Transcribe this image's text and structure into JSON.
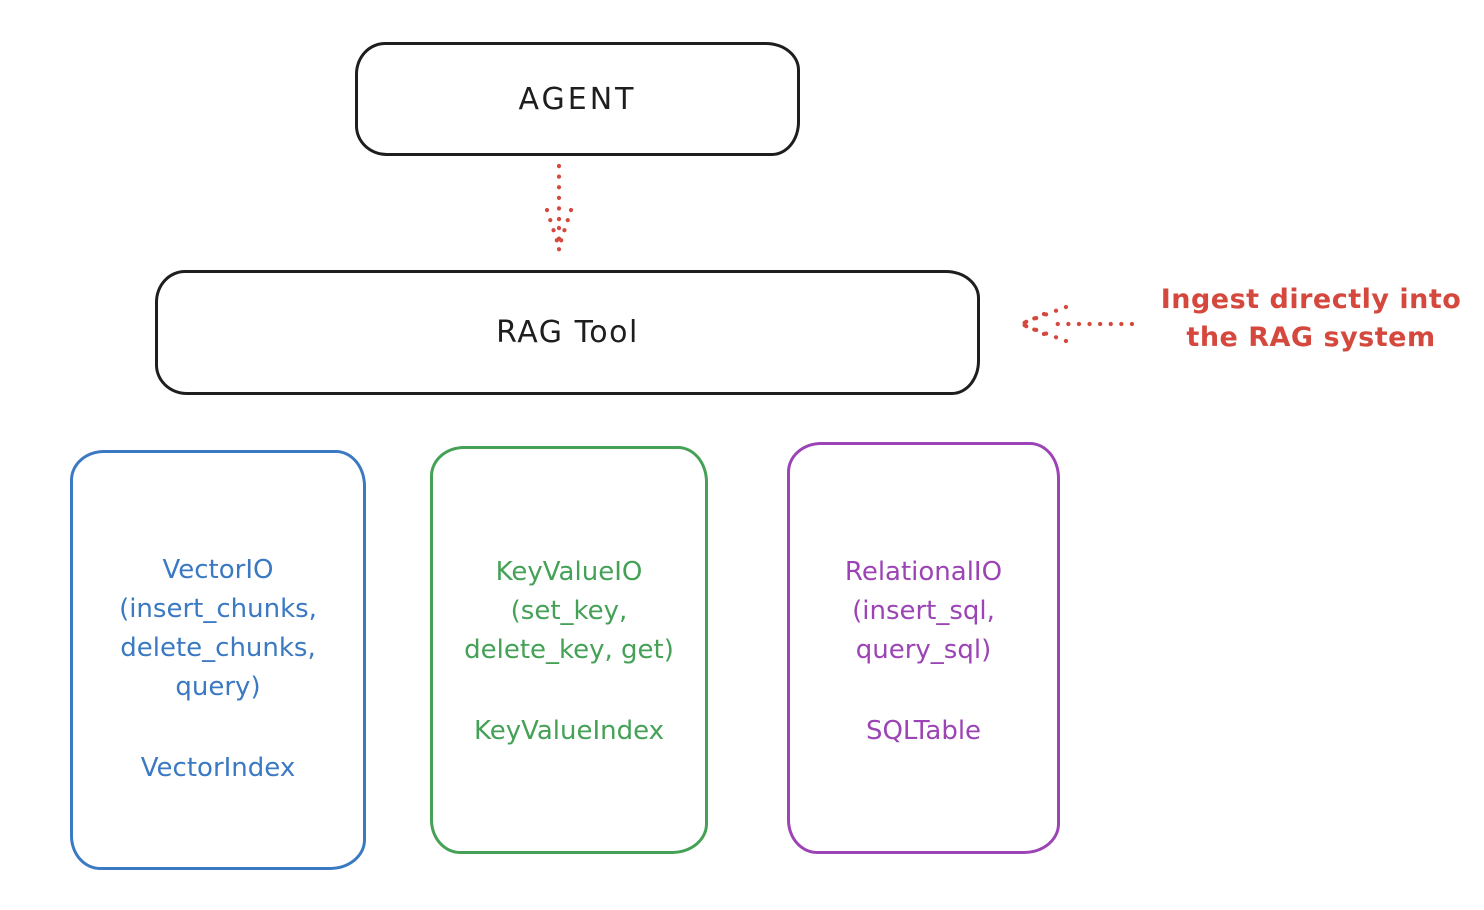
{
  "colors": {
    "black": "#1e1e1e",
    "red": "#d5483d",
    "blue": "#3b79c2",
    "green": "#44a156",
    "purple": "#9c44b5"
  },
  "nodes": {
    "agent": {
      "label": "AGENT"
    },
    "rag_tool": {
      "label": "RAG Tool"
    }
  },
  "annotation": {
    "line1": "Ingest directly into",
    "line2": "the RAG system"
  },
  "arrows": [
    {
      "name": "agent-to-rag-tool",
      "style": "dotted",
      "color": "#d5483d",
      "direction": "down"
    },
    {
      "name": "annotation-to-rag-tool",
      "style": "dotted",
      "color": "#d5483d",
      "direction": "left"
    }
  ],
  "cards": [
    {
      "title": "VectorIO",
      "params": "(insert_chunks, delete_chunks, query)",
      "class_name": "VectorIndex",
      "color": "#3b79c2"
    },
    {
      "title": "KeyValueIO",
      "params": "(set_key, delete_key, get)",
      "class_name": "KeyValueIndex",
      "color": "#44a156"
    },
    {
      "title": "RelationalIO",
      "params": "(insert_sql, query_sql)",
      "class_name": "SQLTable",
      "color": "#9c44b5"
    }
  ]
}
